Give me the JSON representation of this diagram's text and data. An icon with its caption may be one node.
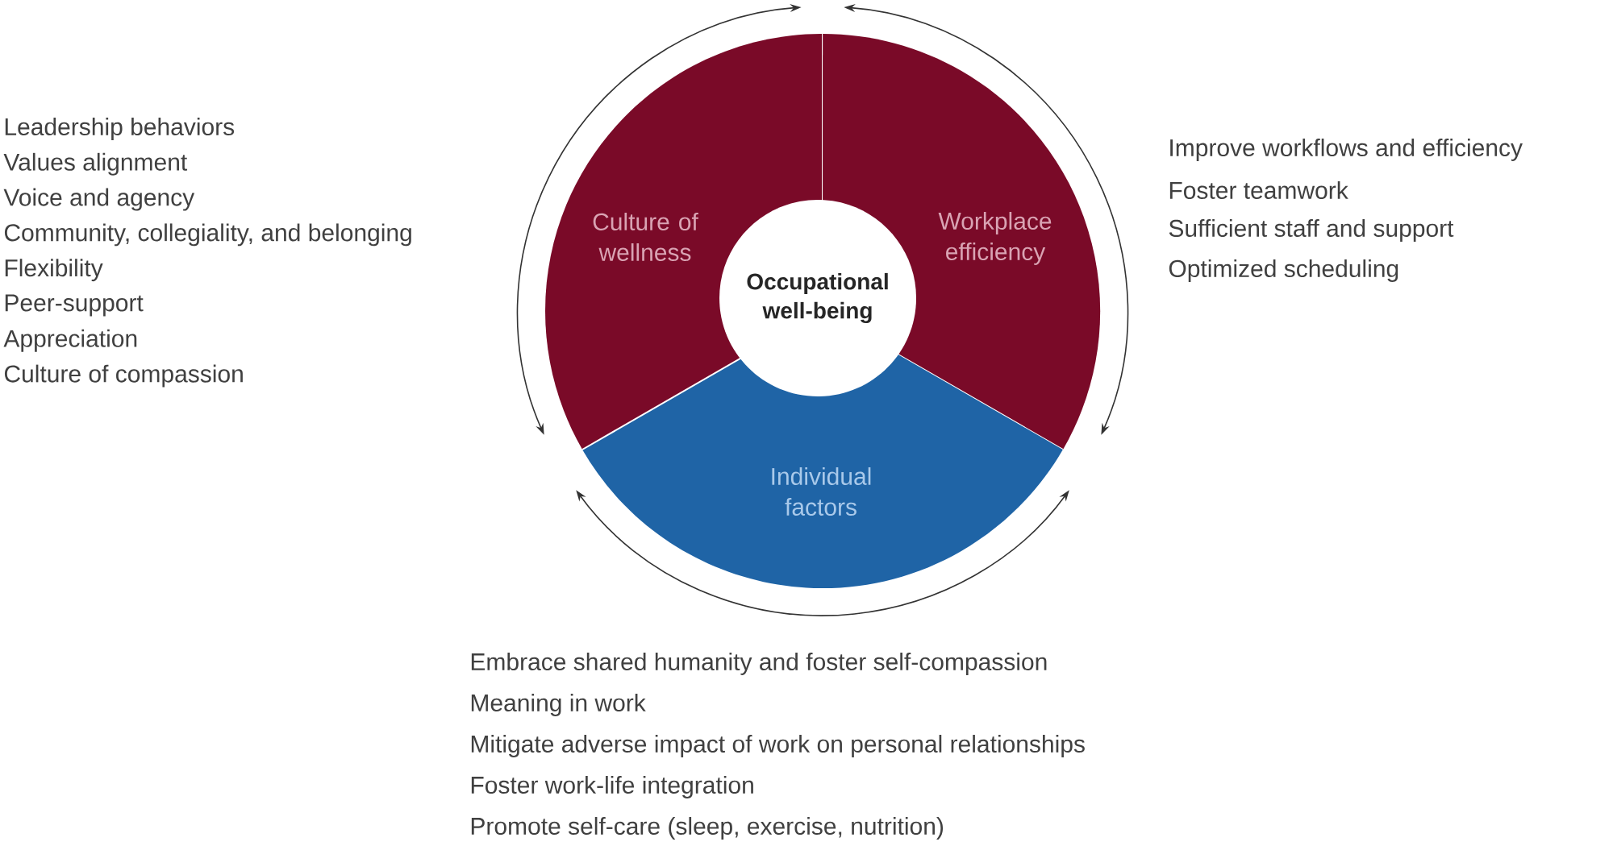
{
  "diagram": {
    "nodes": [
      {
        "text": [
          "Culture of wellness"
        ],
        "beside": [
          "Leadership behaviors",
          "Values alignment",
          "Voice and agency",
          "Community, collegiality, and belonging",
          "Flexibility",
          "Peer-support",
          "Appreciation",
          "Culture of compassion"
        ]
      },
      {
        "text": [
          "Workplace efficiency"
        ],
        "beside": [
          "Improve workflows and efficiency",
          "Foster teamwork",
          "Sufficient staff and support",
          "Optimized scheduling"
        ]
      },
      {
        "text": [
          "Individual factors"
        ],
        "beside": [
          "Embrace shared humanity and foster self-compassion",
          "Meaning in work",
          "Mitigate adverse impact of work on personal relationships",
          "Foster work-life integration",
          "Promote self-care (sleep, exercise, nutrition)"
        ]
      },
      {
        "text": [
          "Occupational well-being"
        ]
      }
    ]
  }
}
